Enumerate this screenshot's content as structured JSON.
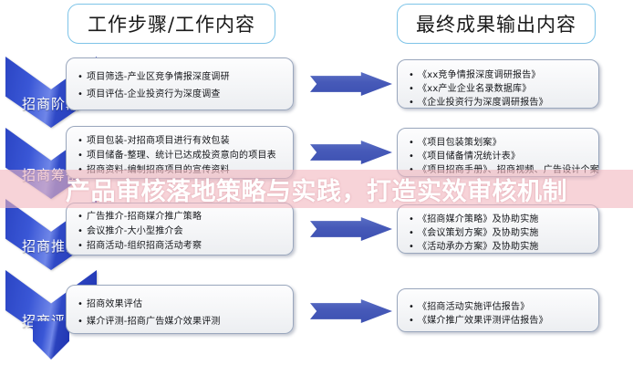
{
  "headers": {
    "left": "工作步骤/工作内容",
    "right": "最终成果输出内容"
  },
  "stages": [
    {
      "label": "招商阶段"
    },
    {
      "label": "招商筹备"
    },
    {
      "label": "招商推介"
    },
    {
      "label": "招商评估"
    }
  ],
  "left_boxes": [
    {
      "items": [
        "项目筛选-产业区竞争情报深度调研",
        "项目评估-企业投资行为深度调查"
      ]
    },
    {
      "items": [
        "项目包装-对招商项目进行有效包装",
        "项目储备-整理、统计已达成投资意向的项目表",
        "招商资料-编制招商项目的宣传资料"
      ]
    },
    {
      "items": [
        "广告推介-招商媒介推广策略",
        "会议推介-大小型推介会",
        "招商活动-组织招商活动考察"
      ]
    },
    {
      "items": [
        "招商效果评估",
        "媒介评测-招商广告媒介效果评测"
      ]
    }
  ],
  "right_boxes": [
    {
      "items": [
        "《xx竞争情报深度调研报告》",
        "《xx产业企业名录数据库》",
        "《企业投资行为深度调研报告》"
      ]
    },
    {
      "items": [
        "《项目包装策划案》",
        "《项目储备情况统计表》",
        "《项目招商手册》、招商视频、广告设计个案"
      ]
    },
    {
      "items": [
        "《招商媒介策略》及协助实施",
        "《会议策划方案》及协助实施",
        "《活动承办方案》及协助实施"
      ]
    },
    {
      "items": [
        "《招商活动实施评估报告》",
        "《媒介推广效果评测评估报告》"
      ]
    }
  ],
  "overlay": {
    "title": "产品审核落地策略与实践，打造实效审核机制"
  },
  "colors": {
    "chevron_blue": "#2f49c6",
    "arrow_blue": "#4659b8",
    "header_border": "#7ec4e8",
    "box_border": "#9aa7bd",
    "overlay_band": "#f2b6be",
    "overlay_text": "#ffffff"
  }
}
